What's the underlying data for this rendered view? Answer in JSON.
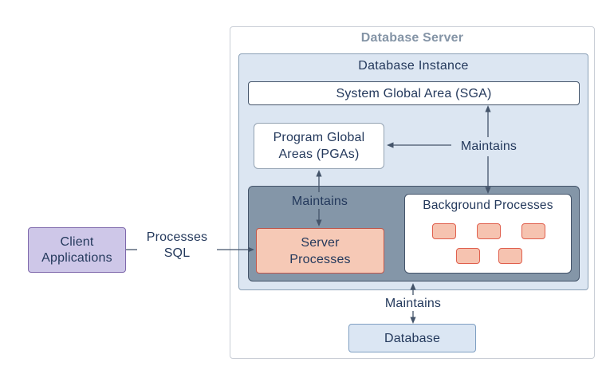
{
  "colors": {
    "canvas_bg": "#ffffff",
    "outer_border": "#c9ced6",
    "outer_title": "#8494a6",
    "instance_fill": "#dce6f2",
    "instance_border": "#8aa0b6",
    "box_border_dark": "#44546a",
    "gray_fill": "#8496a8",
    "salmon_fill": "#f6c9b6",
    "salmon_border": "#c0564a",
    "chip_fill": "#f6c3b0",
    "chip_border": "#e0604e",
    "lavender_fill": "#cec7e8",
    "lavender_border": "#7e68ab",
    "db_fill": "#dbe6f3",
    "db_border": "#7f9fc2",
    "text_dark": "#24395c",
    "connector": "#44546a"
  },
  "nodes": {
    "database_server": {
      "title": "Database Server"
    },
    "database_instance": {
      "title": "Database Instance"
    },
    "sga": {
      "label": "System Global Area (SGA)"
    },
    "pga": {
      "label": "Program Global\nAreas (PGAs)"
    },
    "server_processes": {
      "label": "Server\nProcesses"
    },
    "background_processes": {
      "title": "Background Processes",
      "chip_count": 5
    },
    "client_applications": {
      "label": "Client\nApplications"
    },
    "database": {
      "label": "Database"
    }
  },
  "edges": {
    "client_to_server": {
      "label": "Processes\nSQL"
    },
    "instance_maintains_sga_pga": {
      "label": "Maintains"
    },
    "server_maintains_pga": {
      "label": "Maintains"
    },
    "instance_maintains_database": {
      "label": "Maintains"
    }
  }
}
